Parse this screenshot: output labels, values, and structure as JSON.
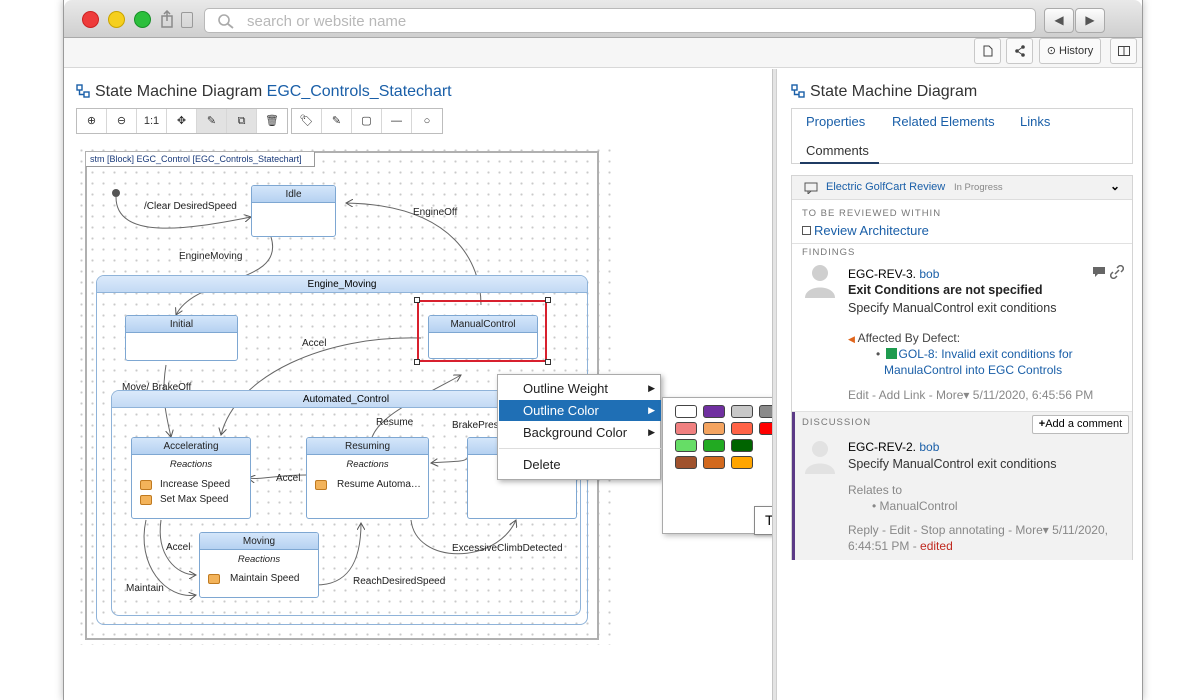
{
  "browser": {
    "address_placeholder": "search or website name",
    "back_icon": "◀",
    "forward_icon": "▶",
    "toolbar": {
      "history_label": "History"
    }
  },
  "left_panel": {
    "title_prefix": "State Machine Diagram",
    "title_link": "EGC_Controls_Statechart",
    "zoom_label": "1:1"
  },
  "diagram": {
    "frame_label": "stm [Block] EGC_Control [EGC_Controls_Statechart]",
    "states": {
      "idle": "Idle",
      "engine_moving": "Engine_Moving",
      "initial": "Initial",
      "manual_control": "ManualControl",
      "automated_control": "Automated_Control",
      "accelerating": "Accelerating",
      "resuming": "Resuming",
      "moving": "Moving"
    },
    "reactions_label": "Reactions",
    "actions": {
      "increase_speed": "Increase Speed",
      "set_max_speed": "Set Max Speed",
      "resume_automa": "Resume Automa…",
      "maintain_speed": "Maintain Speed"
    },
    "transitions": {
      "clear_desired_speed": "/Clear DesiredSpeed",
      "engine_off": "EngineOff",
      "engine_moving": "EngineMoving",
      "accel_top": "Accel",
      "move_brake_off": "Move/  BrakeOff",
      "resume": "Resume",
      "brake_press": "BrakePress",
      "accel_mid": "Accel",
      "accel_low": "Accel",
      "maintain": "Maintain",
      "reach_desired_speed": "ReachDesiredSpeed",
      "excessive_climb": "ExcessiveClimbDetected"
    }
  },
  "context_menu": {
    "items": [
      "Outline Weight",
      "Outline Color",
      "Background Color",
      "Delete"
    ],
    "selected": "Outline Color"
  },
  "color_palette": {
    "rows": [
      [
        "#ffffff",
        "#7030a0",
        "#c8c8c8",
        "#8a8a8a",
        "#000000"
      ],
      [
        "#f08080",
        "#f4a460",
        "#ff6347",
        "#ff0000",
        "#8b0000"
      ],
      [
        "#66dd66",
        "#22aa22",
        "#006400",
        "",
        ""
      ],
      [
        "#a0522d",
        "#d2691e",
        "#ffa500",
        "",
        ""
      ]
    ],
    "tooltip": "Tomato"
  },
  "right_panel": {
    "title": "State Machine Diagram",
    "tabs": [
      "Properties",
      "Related Elements",
      "Links",
      "Comments"
    ],
    "active_tab": "Comments",
    "review": {
      "name": "Electric GolfCart Review",
      "status": "In Progress",
      "section_review": "TO BE REVIEWED WITHIN",
      "review_item": "Review Architecture",
      "section_findings": "FINDINGS",
      "finding1": {
        "id": "EGC-REV-3.",
        "author": "bob",
        "title": "Exit Conditions are not specified",
        "text": "Specify ManualControl exit conditions",
        "affected_label": "Affected By Defect:",
        "defect_link_line1": "GOL-8: Invalid exit conditions for",
        "defect_link_line2": "ManulaControl into EGC Controls",
        "meta": "Edit - Add Link - More",
        "date": "5/11/2020, 6:45:56 PM"
      },
      "section_discussion": "DISCUSSION",
      "add_comment": "Add a comment",
      "finding2": {
        "id": "EGC-REV-2.",
        "author": "bob",
        "text": "Specify ManualControl exit conditions",
        "relates_label": "Relates to",
        "relates_item": "ManualControl",
        "meta": "Reply - Edit - Stop annotating - More",
        "date_line1": "5/11/2020,",
        "date_line2": "6:44:51 PM",
        "edited": "edited"
      }
    }
  }
}
